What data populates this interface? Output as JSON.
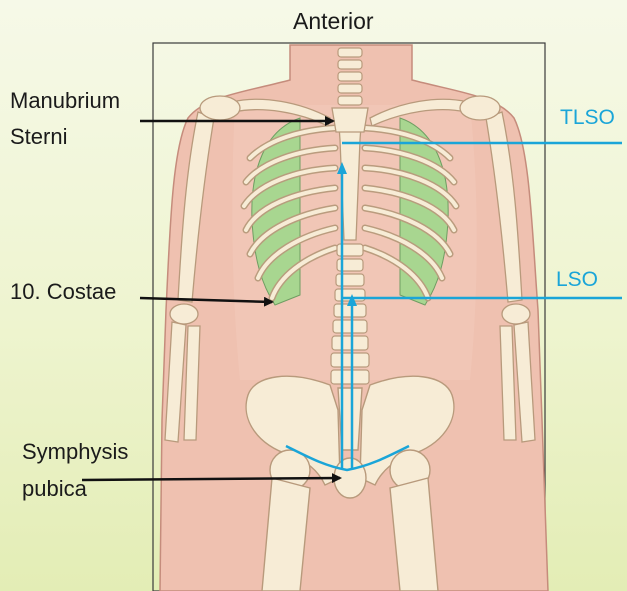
{
  "title": "Anterior",
  "labels": {
    "manubrium_line1": "Manubrium",
    "manubrium_line2": "Sterni",
    "costae": "10. Costae",
    "symphysis_line1": "Symphysis",
    "symphysis_line2": "pubica",
    "tlso": "TLSO",
    "lso": "LSO"
  },
  "colors": {
    "background": "#eef4cf",
    "skin": "#efc1b0",
    "bone": "#f7ecd6",
    "cartilage": "#9fd28a",
    "pointer": "#111111",
    "orthosis_lines": "#1aa5d8"
  }
}
